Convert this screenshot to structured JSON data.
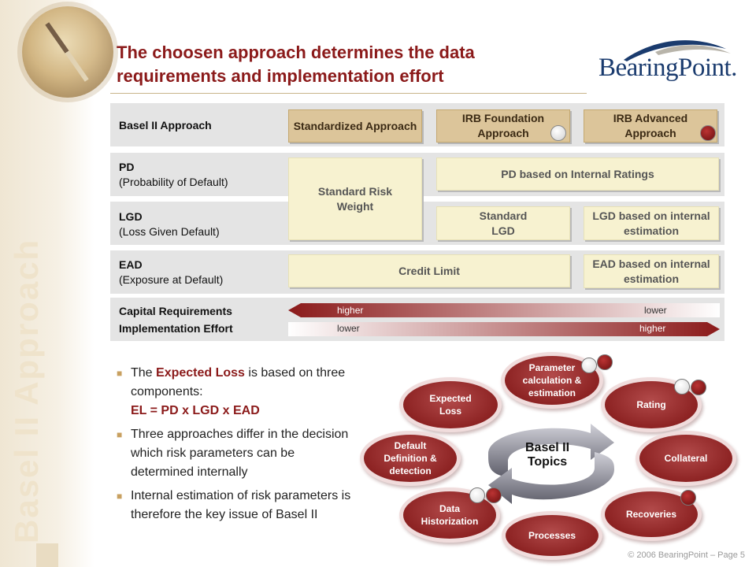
{
  "slide": {
    "title": "The choosen approach determines the data requirements and implementation effort",
    "vertical_title": "Basel II Approach",
    "logo_text": "BearingPoint.",
    "footer": "© 2006 BearingPoint – Page 5"
  },
  "table": {
    "basel_label": "Basel II Approach",
    "headers": [
      {
        "label": "Standardized Approach",
        "indicator": "none"
      },
      {
        "label": "IRB Foundation Approach",
        "indicator": "white"
      },
      {
        "label": "IRB Advanced Approach",
        "indicator": "red"
      }
    ],
    "pd": {
      "title": "PD",
      "subtitle": "(Probability of Default)"
    },
    "lgd": {
      "title": "LGD",
      "subtitle": "(Loss Given Default)"
    },
    "ead": {
      "title": "EAD",
      "subtitle": "(Exposure at Default)"
    },
    "cells": {
      "standard_risk_weight": "Standard Risk Weight",
      "pd_internal": "PD based on Internal Ratings",
      "standard_lgd": "Standard LGD",
      "lgd_internal": "LGD based on internal estimation",
      "credit_limit": "Credit Limit",
      "ead_internal": "EAD based on internal estimation"
    },
    "capital_label": "Capital Requirements",
    "effort_label": "Implementation Effort",
    "capital_arrow": {
      "left": "higher",
      "right": "lower"
    },
    "effort_arrow": {
      "left": "lower",
      "right": "higher"
    }
  },
  "bullets": {
    "b1_pre": "The ",
    "b1_em": "Expected Loss",
    "b1_post": " is based on three components:",
    "b1_formula": "EL = PD x LGD x EAD",
    "b2": "Three approaches differ in the decision which risk parameters can be determined internally",
    "b3": "Internal estimation of risk parameters is therefore the key issue of Basel II"
  },
  "topics": {
    "center": "Basel II Topics",
    "items": {
      "parameter": "Parameter calculation & estimation",
      "expected_loss": "Expected Loss",
      "rating": "Rating",
      "default_def": "Default Definition & detection",
      "collateral": "Collateral",
      "data_hist": "Data Historization",
      "recoveries": "Recoveries",
      "processes": "Processes"
    }
  },
  "colors": {
    "accent_red": "#8b1a1a",
    "header_tan": "#dcc59a",
    "cell_cream": "#f7f2d0",
    "logo_blue": "#1a3b6e"
  }
}
